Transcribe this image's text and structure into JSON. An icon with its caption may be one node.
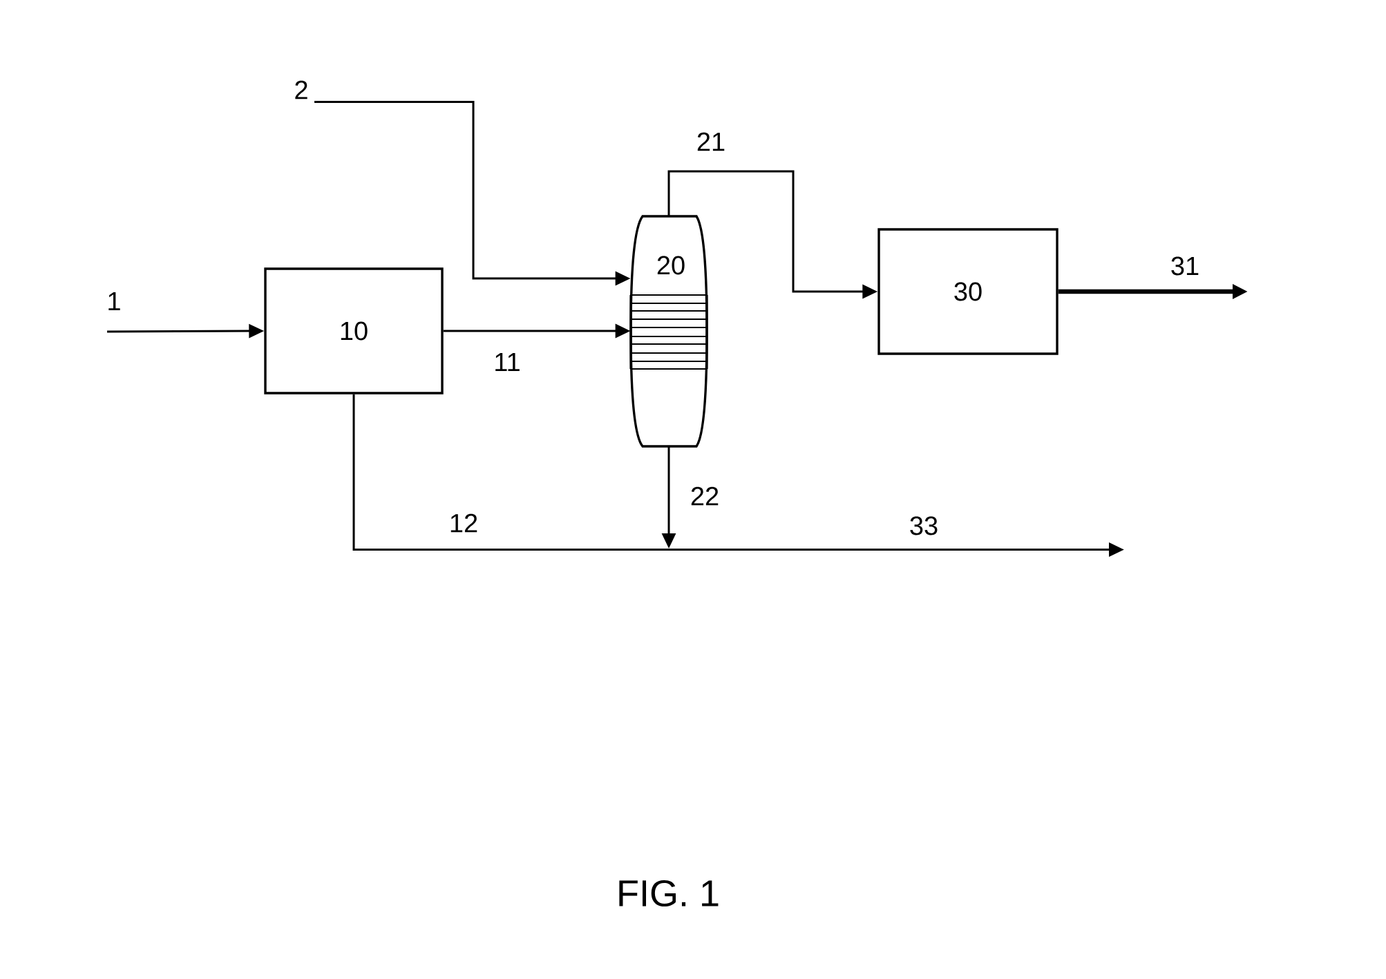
{
  "diagram": {
    "caption": "FIG. 1",
    "nodes": [
      {
        "text": [
          "10"
        ]
      },
      {
        "text": [
          "20"
        ]
      },
      {
        "text": [
          "30"
        ]
      }
    ],
    "edges": [
      {
        "from": null,
        "to": 0,
        "arrow": "to",
        "label": "1"
      },
      {
        "from": null,
        "to": 1,
        "arrow": "to",
        "label": "2"
      },
      {
        "from": 0,
        "to": 1,
        "arrow": "to",
        "label": "11"
      },
      {
        "from": 1,
        "to": 2,
        "arrow": "to",
        "label": "21"
      },
      {
        "from": 2,
        "to": null,
        "arrow": "to",
        "label": "31",
        "style": "thick"
      },
      {
        "from": 0,
        "to": null,
        "arrow": "to",
        "label": "12"
      },
      {
        "from": 1,
        "to": null,
        "arrow": "to",
        "label": "22"
      }
    ],
    "labels": [
      "33"
    ]
  }
}
